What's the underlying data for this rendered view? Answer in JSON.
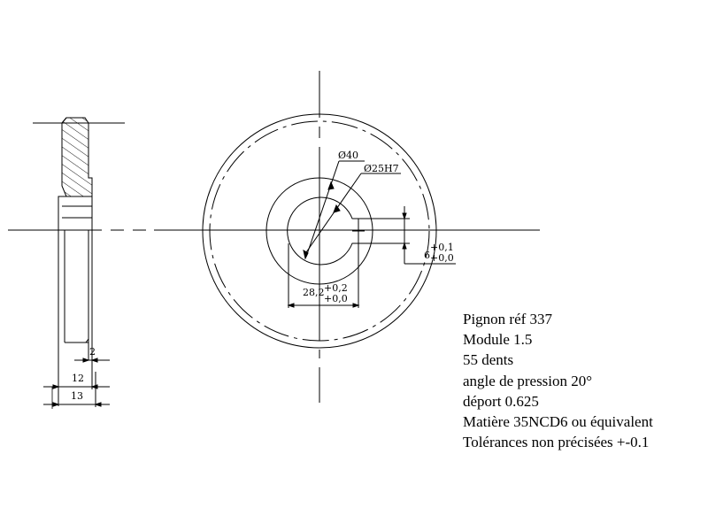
{
  "drawing": {
    "dimensions": {
      "outer_diameter": "Ø40",
      "bore": "Ø25H7",
      "keyway_depth": "28,2",
      "keyway_depth_tol_upper": "+0,2",
      "keyway_depth_tol_lower": "+0,0",
      "keyway_width": "6",
      "keyway_width_tol_upper": "+0,1",
      "keyway_width_tol_lower": "+0,0",
      "dim_2": "2",
      "dim_12": "12",
      "dim_13": "13"
    },
    "notes": [
      "Pignon réf 337",
      "Module 1.5",
      "55 dents",
      "angle de pression 20°",
      "déport 0.625",
      "Matière 35NCD6 ou équivalent",
      "Tolérances non précisées +-0.1"
    ]
  }
}
